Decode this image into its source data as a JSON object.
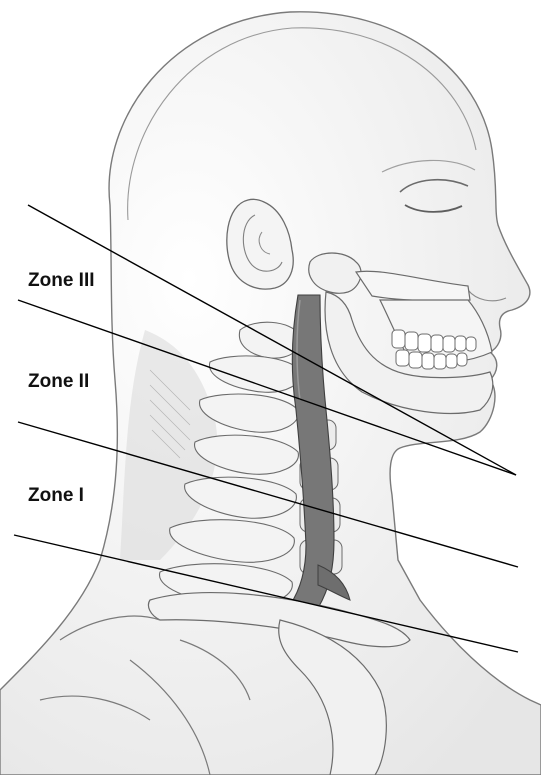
{
  "figure": {
    "subject": "head-and-neck-lateral-view",
    "icon_names": [
      "head-outline",
      "ear-icon",
      "eye-icon",
      "skull-mandible",
      "cervical-spine",
      "carotid-artery",
      "clavicle",
      "shoulder"
    ]
  },
  "zones": [
    {
      "id": "zone-3",
      "label": "Zone III"
    },
    {
      "id": "zone-2",
      "label": "Zone II"
    },
    {
      "id": "zone-1",
      "label": "Zone I"
    }
  ],
  "colors": {
    "outline": "#6b6b6b",
    "bone_fill": "#f2f2f2",
    "artery": "#6e6e6e",
    "artery_dark": "#4a4a4a",
    "divider": "#000000",
    "label": "#111111"
  }
}
